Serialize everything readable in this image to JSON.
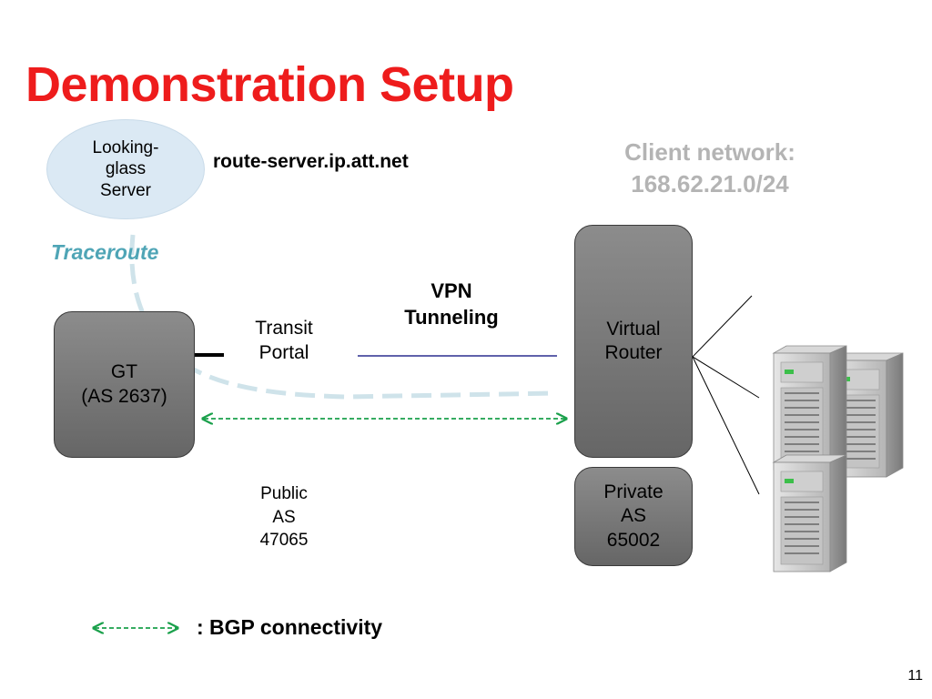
{
  "slide": {
    "title": "Demonstration Setup",
    "page_number": "11"
  },
  "looking_glass": {
    "lines": [
      "Looking-",
      "glass",
      "Server"
    ],
    "hostname": "route-server.ip.att.net"
  },
  "client_network": {
    "lines": [
      "Client network:",
      "168.62.21.0/24"
    ]
  },
  "traceroute_label": "Traceroute",
  "gt_router": {
    "lines": [
      "GT",
      "(AS 2637)"
    ]
  },
  "transit_portal": {
    "lines": [
      "Transit",
      "Portal"
    ]
  },
  "vpn": {
    "lines": [
      "VPN",
      "Tunneling"
    ]
  },
  "virtual_router": {
    "lines": [
      "Virtual",
      "Router"
    ]
  },
  "public_as": {
    "lines": [
      "Public",
      "AS",
      "47065"
    ]
  },
  "private_as": {
    "lines": [
      "Private",
      "AS",
      "65002"
    ]
  },
  "legend": {
    "text": ":  BGP connectivity"
  },
  "colors": {
    "title": "#ee1c1c",
    "traceroute": "#4fa5b6",
    "traceroute_path": "#cfe3ea",
    "bgp_arrow": "#1aa04b",
    "vpn_line": "#2b2f8f",
    "client_network_text": "#b4b4b4"
  },
  "icons": [
    "server-icon",
    "server-icon",
    "server-icon"
  ]
}
